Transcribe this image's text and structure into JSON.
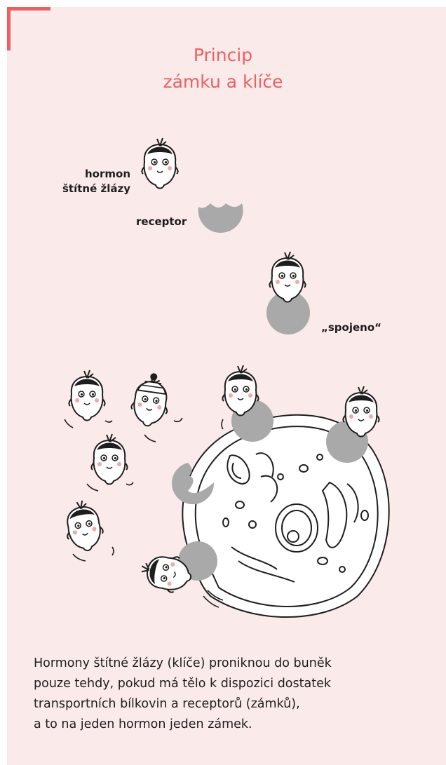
{
  "title": {
    "line1": "Princip",
    "line2": "zámku a klíče"
  },
  "labels": {
    "hormone_line1": "hormon",
    "hormone_line2": "štítné žlázy",
    "receptor": "receptor",
    "connected": "„spojeno“"
  },
  "caption": {
    "line1": "Hormony štítné žlázy (klíče) proniknou do buněk",
    "line2": "pouze tehdy, pokud má tělo k dispozici dostatek",
    "line3": "transportních bílkovin a receptorů (zámků),",
    "line4": "a to na jeden hormon jeden zámek."
  },
  "colors": {
    "accent": "#ee5f63",
    "background": "#fbeaea",
    "receptor": "#a9a9a9",
    "ink": "#1e1e1e"
  }
}
